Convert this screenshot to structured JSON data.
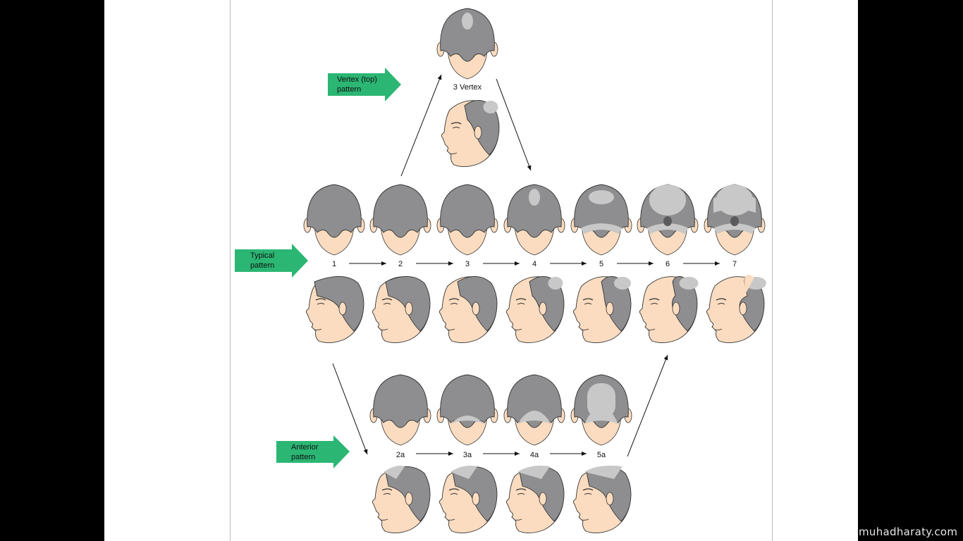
{
  "pattern_labels": {
    "vertex": [
      "Vertex (top)",
      "pattern"
    ],
    "typical": [
      "Typical",
      "pattern"
    ],
    "anterior": [
      "Anterior",
      "pattern"
    ]
  },
  "stage_labels": {
    "vertex_stage": "3 Vertex",
    "typical": [
      "1",
      "2",
      "3",
      "4",
      "5",
      "6",
      "7"
    ],
    "anterior": [
      "2a",
      "3a",
      "4a",
      "5a"
    ]
  },
  "watermark": "muhadharaty.com",
  "colors": {
    "hair": "#8e8e90",
    "hair_dark": "#5a5a5c",
    "bald": "#c8c8c9",
    "skin": "#fbdcc0",
    "outline": "#333333",
    "arrow_green": "#2bb673"
  },
  "baldness_levels": {
    "typical": [
      0,
      1,
      2,
      3,
      4,
      5,
      6
    ],
    "anterior": [
      2,
      3,
      4,
      5
    ]
  }
}
